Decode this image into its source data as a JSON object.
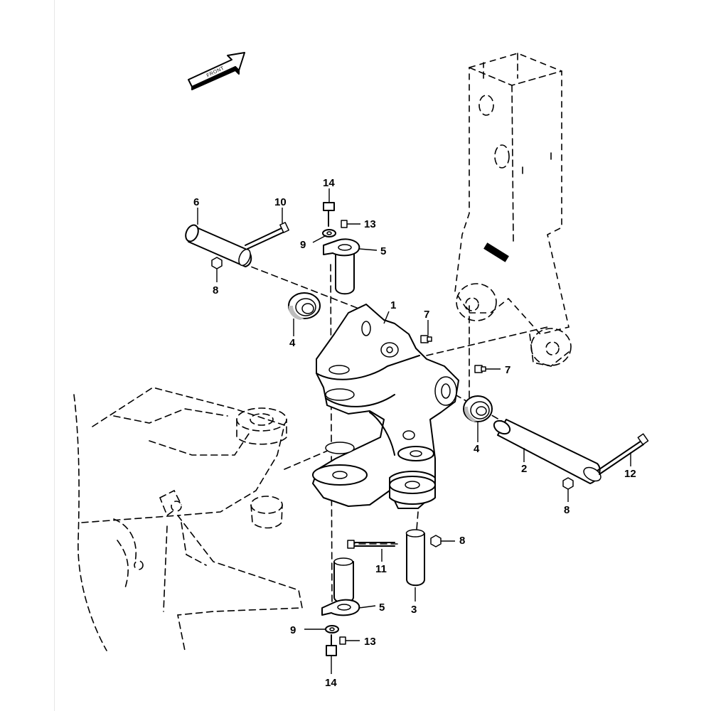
{
  "diagram": {
    "orientation_label": "FRONT",
    "callouts": {
      "c1": "1",
      "c2": "2",
      "c3": "3",
      "c4a": "4",
      "c4b": "4",
      "c5a": "5",
      "c5b": "5",
      "c6": "6",
      "c7a": "7",
      "c7b": "7",
      "c8a": "8",
      "c8b": "8",
      "c8c": "8",
      "c9a": "9",
      "c9b": "9",
      "c10": "10",
      "c11": "11",
      "c12": "12",
      "c13a": "13",
      "c13b": "13",
      "c14a": "14",
      "c14b": "14"
    }
  }
}
